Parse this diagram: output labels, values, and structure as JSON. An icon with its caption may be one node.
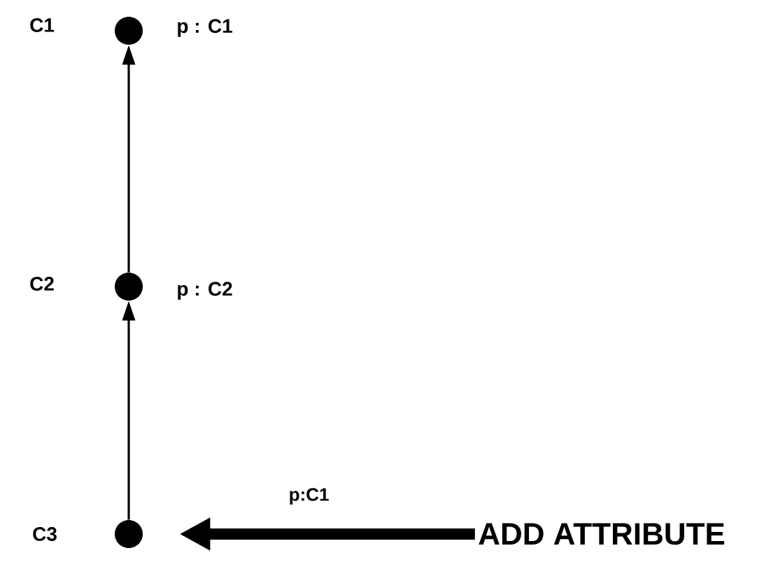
{
  "diagram": {
    "nodes": [
      {
        "text": [],
        "shape": "circle",
        "beside": [
          "C1",
          "p : C1"
        ]
      },
      {
        "text": [],
        "shape": "circle",
        "beside": [
          "C2",
          "p : C2"
        ]
      },
      {
        "text": [],
        "shape": "circle",
        "beside": [
          "C3"
        ]
      },
      {
        "text": [
          "ADD ATTRIBUTE"
        ]
      }
    ],
    "edges": [
      {
        "from": 1,
        "to": 0,
        "arrow": "to"
      },
      {
        "from": 2,
        "to": 1,
        "arrow": "to"
      },
      {
        "from": 3,
        "to": 2,
        "arrow": "to",
        "label": "p:C1",
        "style": "thick"
      }
    ]
  }
}
